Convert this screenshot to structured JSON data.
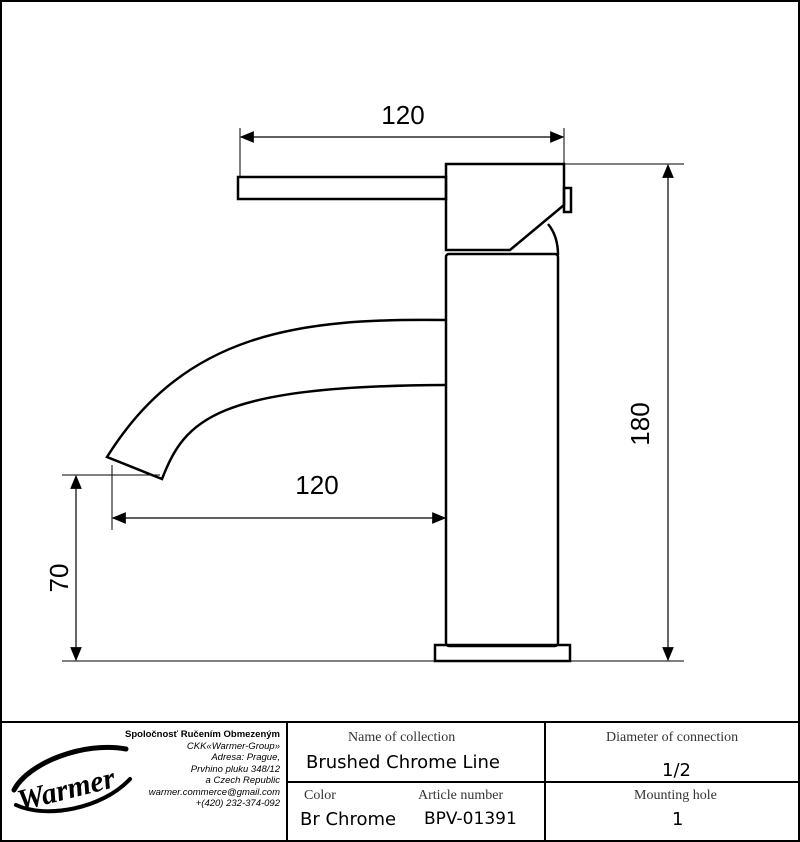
{
  "drawing": {
    "dim_top_width": "120",
    "dim_total_height": "180",
    "dim_spout_reach": "120",
    "dim_spout_height": "70"
  },
  "company": {
    "logo_text": "Warmer",
    "lines": [
      "Spoločnosť Ručením Obmezeným",
      "CKK«Warmer-Group»",
      "Adresa: Prague,",
      "Prvhino pluku 348/12",
      "a Czech Republic",
      "warmer.commerce@gmail.com",
      "+(420) 232-374-092"
    ]
  },
  "title_block": {
    "collection_label": "Name of collection",
    "collection_value": "Brushed Chrome Line",
    "diameter_label": "Diameter of connection",
    "diameter_value": "1/2",
    "color_label": "Color",
    "color_value": "Br Chrome",
    "article_label": "Article number",
    "article_value": "BPV-01391",
    "mounting_label": "Mounting hole",
    "mounting_value": "1"
  }
}
